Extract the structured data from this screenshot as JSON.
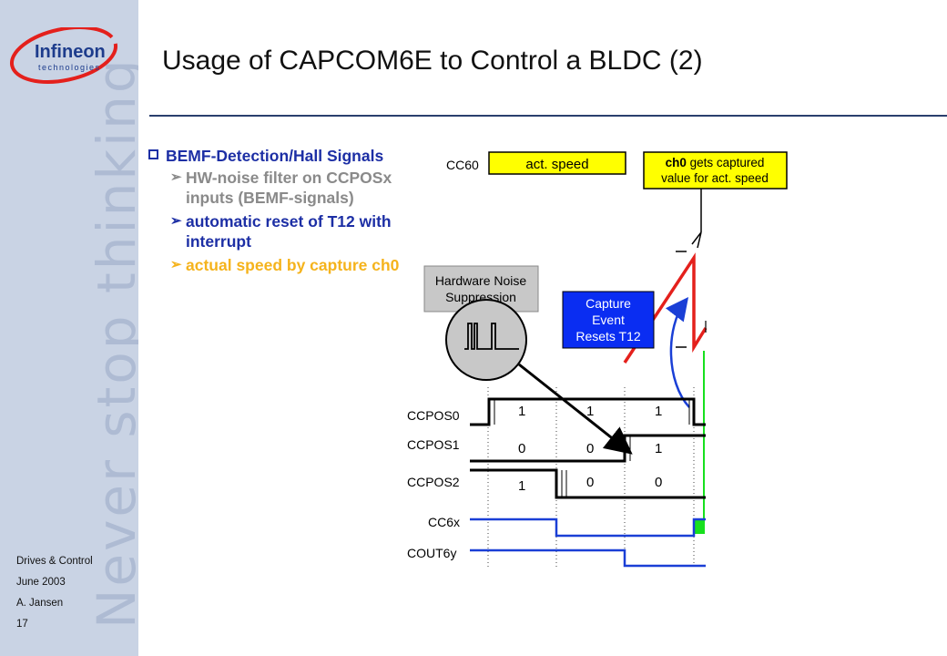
{
  "brand": {
    "logo_text": "Infineon",
    "logo_sub": "technologies",
    "tagline": "Never stop thinking"
  },
  "footer": {
    "line1": "Drives & Control",
    "line2": "June 2003",
    "line3": "A. Jansen",
    "page": "17"
  },
  "title": "Usage of CAPCOM6E to Control a BLDC (2)",
  "bullets": {
    "main": "BEMF-Detection/Hall Signals",
    "sub1": "HW-noise filter on CCPOSx inputs (BEMF-signals)",
    "sub2": "automatic reset of T12 with interrupt",
    "sub3": "actual speed by capture ch0"
  },
  "diagram": {
    "cc60_label": "CC60",
    "act_speed": "act. speed",
    "ch0_bold": "ch0",
    "ch0_text1": " gets captured",
    "ch0_text2": "value for act. speed",
    "hw_noise1": "Hardware Noise",
    "hw_noise2": "Suppression",
    "capture1": "Capture",
    "capture2": "Event",
    "capture3": "Resets T12",
    "signals": [
      "CCPOS0",
      "CCPOS1",
      "CCPOS2",
      "CC6x",
      "COUT6y"
    ],
    "pos0_bits": [
      "1",
      "1",
      "1"
    ],
    "pos1_bits": [
      "0",
      "0",
      "1"
    ],
    "pos2_bits": [
      "1",
      "0",
      "0"
    ],
    "colors": {
      "accent_blue": "#1d2fa5",
      "signal_blue": "#1a3fd6",
      "highlight_yellow": "#ffff00",
      "capture_box_blue": "#0a2df2",
      "ramp_red": "#e4201c",
      "marker_green": "#17e01e"
    }
  }
}
